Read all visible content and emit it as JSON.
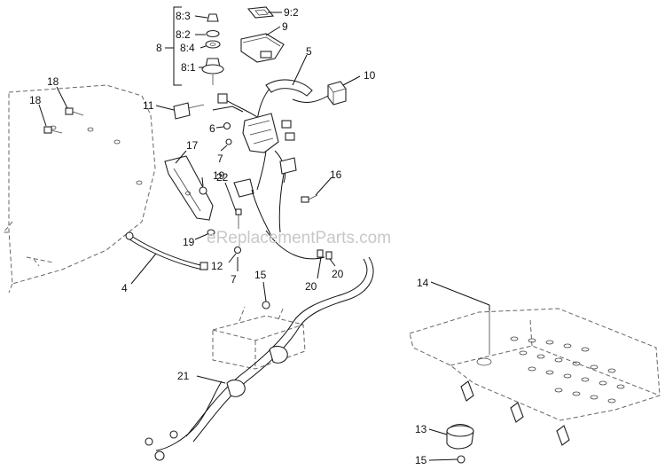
{
  "watermark": "eReplacementParts.com",
  "callouts": {
    "c8_3": "8:3",
    "c8_2": "8:2",
    "c8_4": "8:4",
    "c8": "8",
    "c8_1": "8:1",
    "c9_2": "9:2",
    "c9": "9",
    "c5": "5",
    "c10": "10",
    "c18a": "18",
    "c18b": "18",
    "c11": "11",
    "c6": "6",
    "c7a": "7",
    "c17": "17",
    "c19a": "19",
    "c16": "16",
    "c22": "22",
    "c19b": "19",
    "c12": "12",
    "c7b": "7",
    "c20a": "20",
    "c20b": "20",
    "c15a": "15",
    "c4": "4",
    "c21": "21",
    "c14": "14",
    "c13": "13",
    "c15b": "15"
  }
}
